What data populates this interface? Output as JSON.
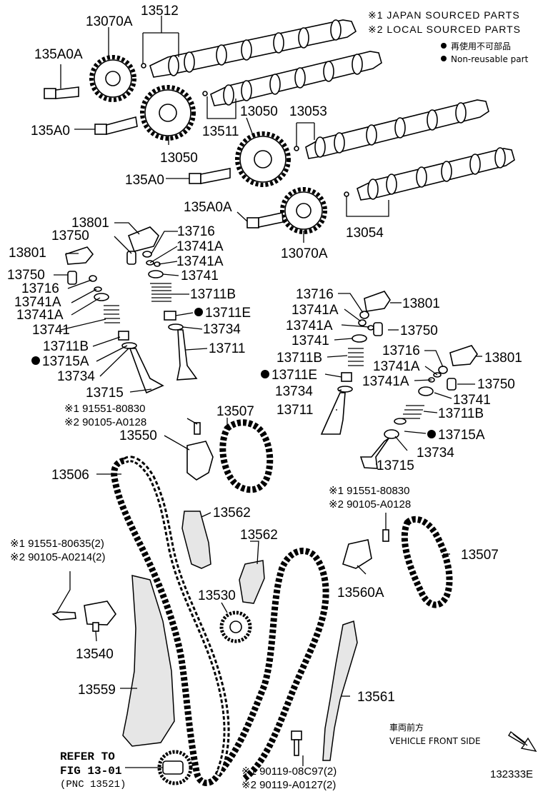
{
  "legend": {
    "japan_parts": "※1 JAPAN SOURCED PARTS",
    "local_parts": "※2 LOCAL SOURCED PARTS",
    "non_reuse_jp": "再使用不可部品",
    "non_reuse_en": "Non-reusable part"
  },
  "labels": {
    "p13070A_top": "13070A",
    "p13512": "13512",
    "p135A0A_top": "135A0A",
    "p135A0_left": "135A0",
    "p13050_mid": "13050",
    "p13050_left": "13050",
    "p13511": "13511",
    "p13053": "13053",
    "p135A0_mid": "135A0",
    "p135A0A_mid": "135A0A",
    "p13070A_mid": "13070A",
    "p13054": "13054",
    "l13801": "13801",
    "l13750a": "13750",
    "l13716a": "13716",
    "l13741Aa": "13741A",
    "l13741Ab": "13741A",
    "l13801b": "13801",
    "l13750b": "13750",
    "l13716b": "13716",
    "l13741Ac": "13741A",
    "l13741Ad": "13741A",
    "l13741a": "13741",
    "l13711Ba": "13711B",
    "l13711Ea": "13711E",
    "l13741b": "13741",
    "l13734a": "13734",
    "l13711Bb": "13711B",
    "l13711a": "13711",
    "l13715Aa": "13715A",
    "l13734b": "13734",
    "l13715a": "13715",
    "r13716a": "13716",
    "r13801a": "13801",
    "r13741Aa": "13741A",
    "r13741Ab": "13741A",
    "r13750a": "13750",
    "r13741a": "13741",
    "r13716b": "13716",
    "r13801b": "13801",
    "r13711Ba": "13711B",
    "r13741Ac": "13741A",
    "r13711Ea": "13711E",
    "r13741Ad": "13741A",
    "r13750b": "13750",
    "r13734a": "13734",
    "r13741b": "13741",
    "r13711a": "13711",
    "r13711Bb": "13711B",
    "r13715Aa": "13715A",
    "r13734b": "13734",
    "r13715a": "13715",
    "bolt1_jp": "※1 91551-80830",
    "bolt1_local": "※2 90105-A0128",
    "p13507_left": "13507",
    "p13550": "13550",
    "p13506": "13506",
    "bolt2_jp": "※1 91551-80830",
    "bolt2_local": "※2 90105-A0128",
    "p13562a": "13562",
    "p13562b": "13562",
    "p13507_right": "13507",
    "bolt3_jp": "※1 91551-80635(2)",
    "bolt3_local": "※2 90105-A0214(2)",
    "p13530": "13530",
    "p13560A": "13560A",
    "p13540": "13540",
    "p13559": "13559",
    "p13561": "13561",
    "front_jp": "車両前方",
    "front_en": "VEHICLE FRONT SIDE",
    "refer1": "REFER TO",
    "refer2": "FIG 13-01",
    "refer3": "(PNC 13521)",
    "bolt4_jp": "※1 90119-08C97(2)",
    "bolt4_local": "※2 90119-A0127(2)",
    "figure_id": "132333E"
  }
}
